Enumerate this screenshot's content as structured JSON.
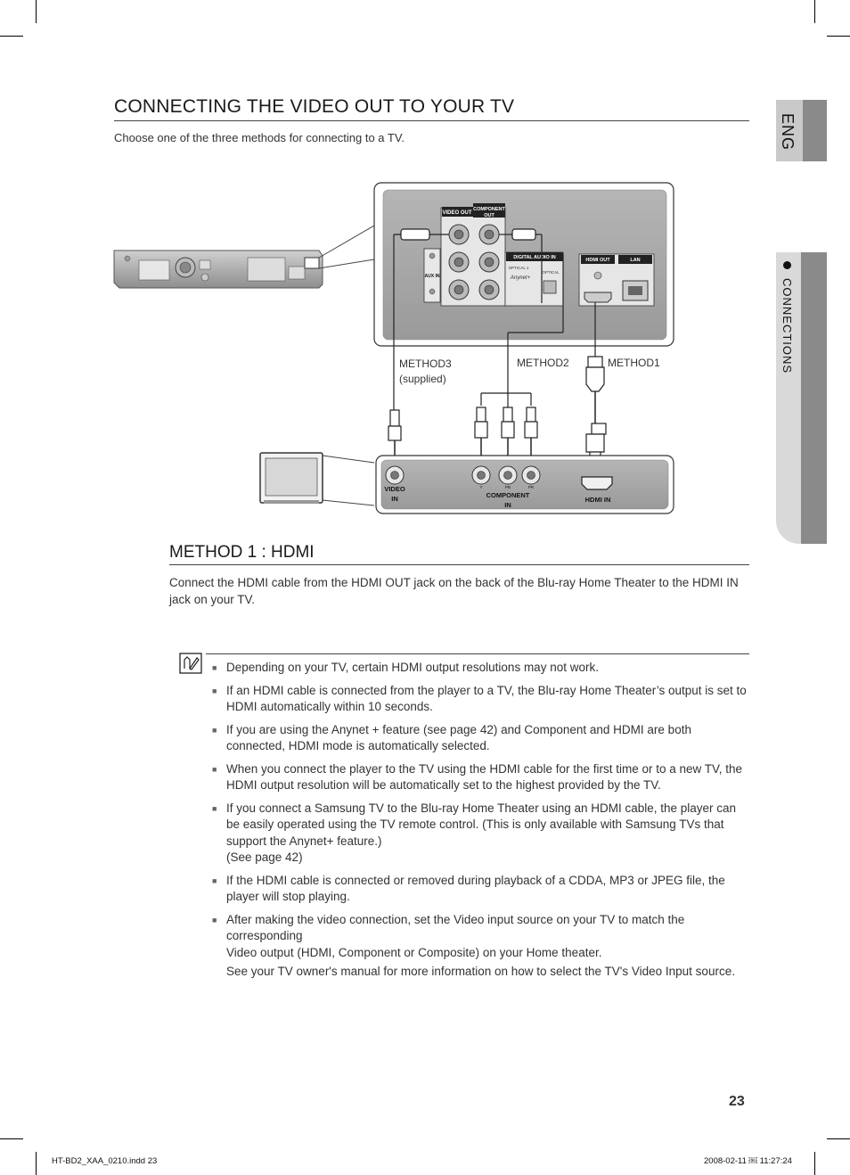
{
  "header": {
    "title": "CONNECTING THE VIDEO OUT TO YOUR TV",
    "intro": "Choose one of the three methods for connecting to a TV."
  },
  "sidetabs": {
    "language": "ENG",
    "section": "CONNECTIONS"
  },
  "diagram": {
    "rear_panel": {
      "video_out": "VIDEO OUT",
      "component_out_l1": "COMPONENT",
      "component_out_l2": "OUT",
      "digital_audio_in": "DIGITAL AUDIO IN",
      "optical_1": "OPTICAL 1",
      "optical_2": "OPTICAL",
      "anynet": "Anynet+",
      "aux_in": "AUX IN",
      "hdmi_out": "HDMI OUT",
      "lan": "LAN"
    },
    "method_labels": {
      "method3": "METHOD3",
      "method3_note": "(supplied)",
      "method2": "METHOD2",
      "method1": "METHOD1"
    },
    "tv_panel": {
      "video_in_l1": "VIDEO",
      "video_in_l2": "IN",
      "component_in_l1": "COMPONENT",
      "component_in_l2": "IN",
      "hdmi_in": "HDMI IN",
      "y": "Y",
      "pb": "PB",
      "pr": "PR"
    }
  },
  "method1": {
    "heading": "METHOD 1 : HDMI",
    "body": "Connect the HDMI cable from the HDMI OUT jack on the back of the Blu-ray Home Theater to the HDMI IN jack on your TV."
  },
  "notes": [
    {
      "lines": [
        "Depending on your TV, certain HDMI output resolutions may not work."
      ]
    },
    {
      "lines": [
        "If an HDMI cable is connected from the player to a TV, the Blu-ray Home Theater’s output is set to HDMI automatically within 10 seconds."
      ]
    },
    {
      "lines": [
        "If you are using the Anynet + feature (see page 42) and Component and HDMI are both connected, HDMI mode is automatically selected."
      ]
    },
    {
      "lines": [
        "When you connect the player to the TV using the HDMI cable for the first time or to a new TV, the HDMI output resolution will be automatically set to the highest provided by the TV."
      ]
    },
    {
      "lines": [
        "If you connect a Samsung TV to the Blu-ray Home Theater using an HDMI cable, the player can be easily operated using the TV remote control. (This is only available with Samsung TVs that support the Anynet+ feature.)",
        "(See page 42)"
      ]
    },
    {
      "lines": [
        "If the HDMI cable is connected or removed during playback of a CDDA, MP3 or JPEG file, the player will stop playing."
      ]
    },
    {
      "lines": [
        "After making the video connection, set the Video input source on your TV to match the corresponding",
        "Video output (HDMI, Component or Composite) on your Home theater.",
        "See your TV owner's manual for more information on how to select the TV's Video Input source."
      ]
    }
  ],
  "page_number": "23",
  "footer": {
    "left": "HT-BD2_XAA_0210.indd   23",
    "right": "2008-02-11   ￼ 11:27:24"
  }
}
